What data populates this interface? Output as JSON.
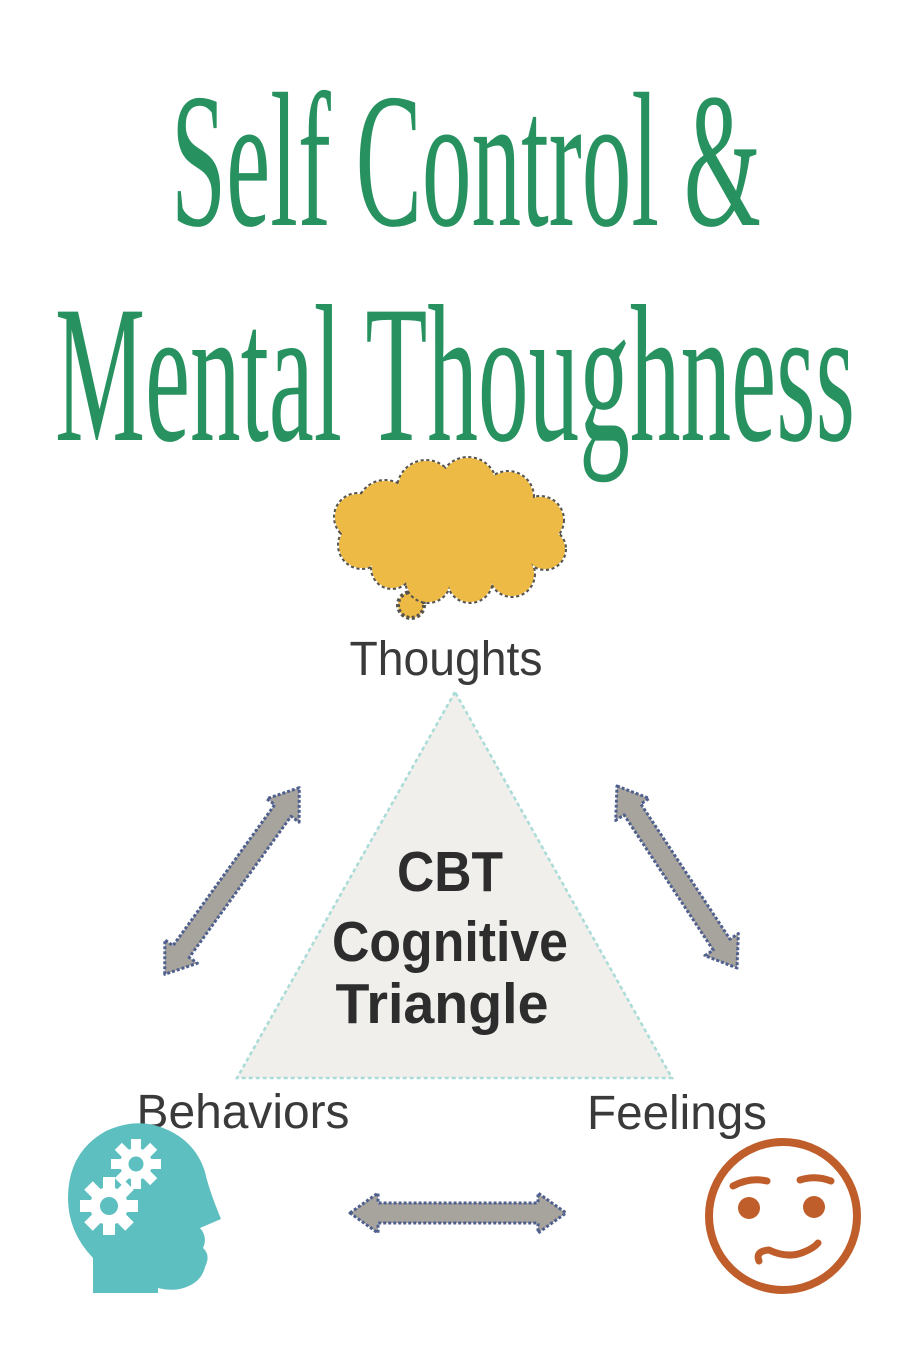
{
  "page": {
    "type": "book-cover",
    "background": "#ffffff"
  },
  "title": {
    "line1": "Self Control &",
    "line2": "Mental Thoughness"
  },
  "diagram": {
    "thoughts_label": "Thoughts",
    "behaviors_label": "Behaviors",
    "feelings_label": "Feelings",
    "triangle_line1": "CBT",
    "triangle_line2": "Cognitive",
    "triangle_line3": "Triangle",
    "icons": {
      "thoughts": "thought-cloud-icon",
      "behaviors": "head-with-gears-icon",
      "feelings": "worried-face-icon",
      "connectors": "double-headed-arrow-icon"
    }
  },
  "colors": {
    "title_green": "#27915f",
    "cloud_fill": "#edba46",
    "cloud_outline": "#56544c",
    "triangle_fill": "#f0efec",
    "triangle_border": "#a9dbd7",
    "arrow_fill": "#a7a49e",
    "arrow_outline": "#50608e",
    "label_text": "#3a3a3a",
    "heading_text": "#2d2d2d",
    "head_teal": "#5dbfc0",
    "gear_white": "#ffffff",
    "face_orange": "#c05e2b"
  }
}
